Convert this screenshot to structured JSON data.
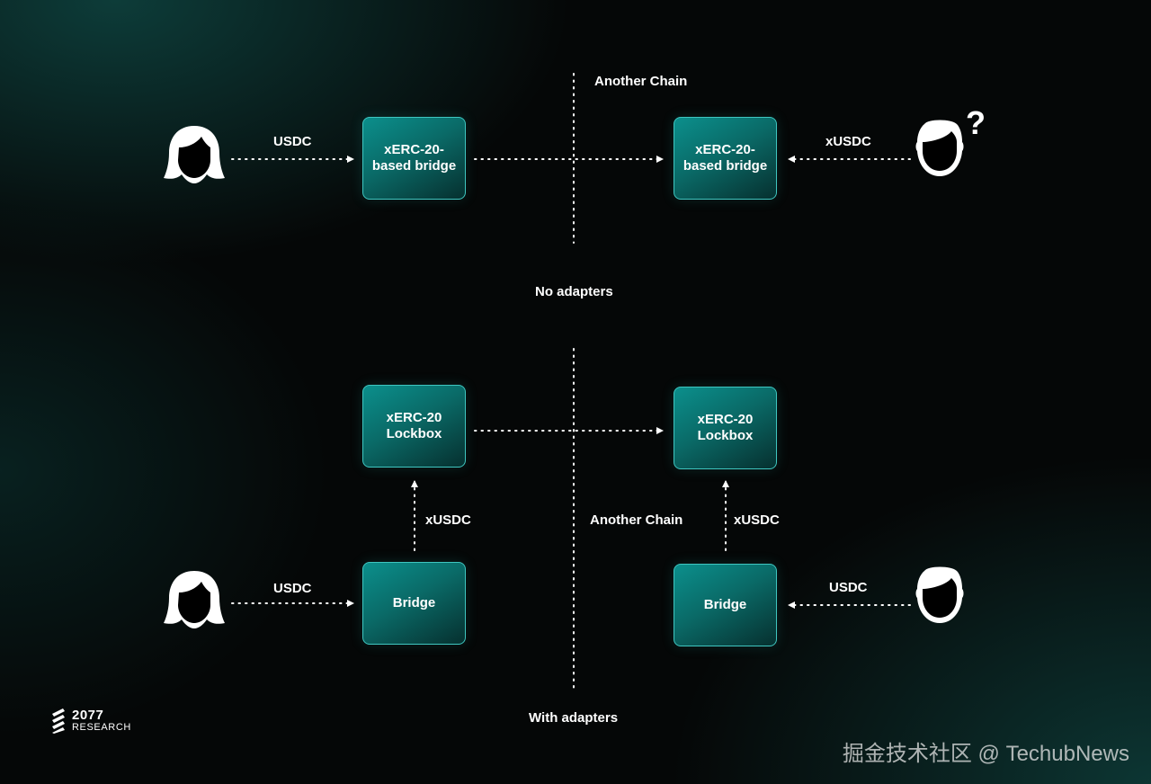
{
  "top": {
    "chain_label": "Another Chain",
    "caption": "No adapters",
    "left_box": "xERC-20-\nbased bridge",
    "right_box": "xERC-20-\nbased bridge",
    "left_flow_label": "USDC",
    "right_flow_label": "xUSDC",
    "question_mark": "?"
  },
  "bottom": {
    "chain_label": "Another Chain",
    "caption": "With adapters",
    "left_lockbox": "xERC-20\nLockbox",
    "right_lockbox": "xERC-20\nLockbox",
    "left_bridge": "Bridge",
    "right_bridge": "Bridge",
    "left_flow_label": "USDC",
    "right_flow_label": "USDC",
    "left_up_label": "xUSDC",
    "right_up_label": "xUSDC"
  },
  "logo": {
    "number": "2077",
    "subtitle": "RESEARCH"
  },
  "watermark": "掘金技术社区 @ TechubNews",
  "colors": {
    "accent": "#3fc6c0",
    "box_fill": "#0b8f8c",
    "background": "#050707"
  }
}
